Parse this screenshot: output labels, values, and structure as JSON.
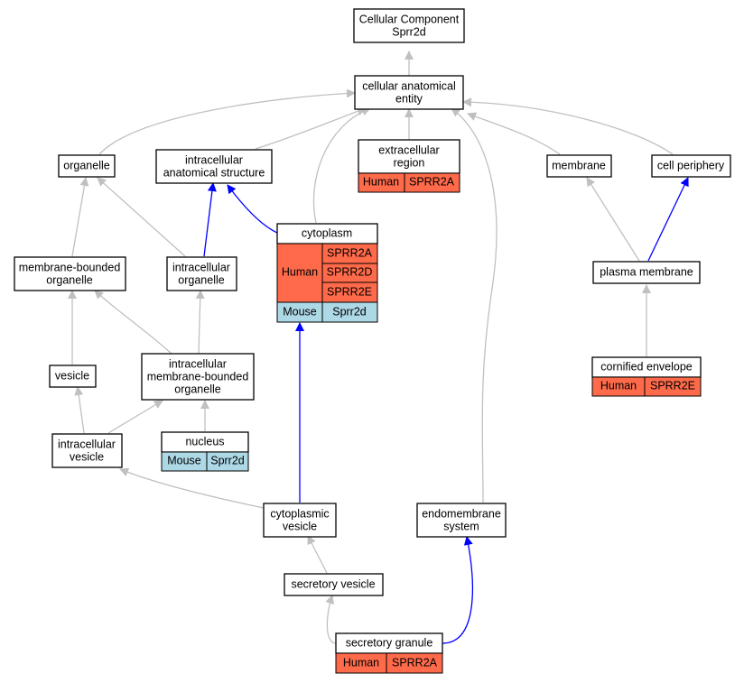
{
  "colors": {
    "human": "#fe6a4a",
    "mouse": "#add8e6",
    "edge_gray": "#c0c0c0",
    "edge_blue": "#0000ff"
  },
  "nodes": {
    "root": [
      "Cellular Component",
      "Sprr2d"
    ],
    "cae": [
      "cellular anatomical",
      "entity"
    ],
    "organelle": [
      "organelle"
    ],
    "ias": [
      "intracellular",
      "anatomical structure"
    ],
    "extracellular": [
      "extracellular",
      "region"
    ],
    "membrane": [
      "membrane"
    ],
    "cell_periphery": [
      "cell periphery"
    ],
    "cytoplasm": [
      "cytoplasm"
    ],
    "mbo": [
      "membrane-bounded",
      "organelle"
    ],
    "io": [
      "intracellular",
      "organelle"
    ],
    "plasma_membrane": [
      "plasma membrane"
    ],
    "vesicle": [
      "vesicle"
    ],
    "imbo": [
      "intracellular",
      "membrane-bounded",
      "organelle"
    ],
    "cornified": [
      "cornified envelope"
    ],
    "iv": [
      "intracellular",
      "vesicle"
    ],
    "nucleus": [
      "nucleus"
    ],
    "cyto_vesicle": [
      "cytoplasmic",
      "vesicle"
    ],
    "endomembrane": [
      "endomembrane",
      "system"
    ],
    "secretory_vesicle": [
      "secretory vesicle"
    ],
    "secretory_granule": [
      "secretory granule"
    ]
  },
  "annotations": {
    "extracellular": {
      "species": "Human",
      "genes": [
        "SPRR2A"
      ]
    },
    "cytoplasm_human": {
      "species": "Human",
      "genes": [
        "SPRR2A",
        "SPRR2D",
        "SPRR2E"
      ]
    },
    "cytoplasm_mouse": {
      "species": "Mouse",
      "genes": [
        "Sprr2d"
      ]
    },
    "cornified": {
      "species": "Human",
      "genes": [
        "SPRR2E"
      ]
    },
    "nucleus": {
      "species": "Mouse",
      "genes": [
        "Sprr2d"
      ]
    },
    "secretory_granule": {
      "species": "Human",
      "genes": [
        "SPRR2A"
      ]
    }
  }
}
